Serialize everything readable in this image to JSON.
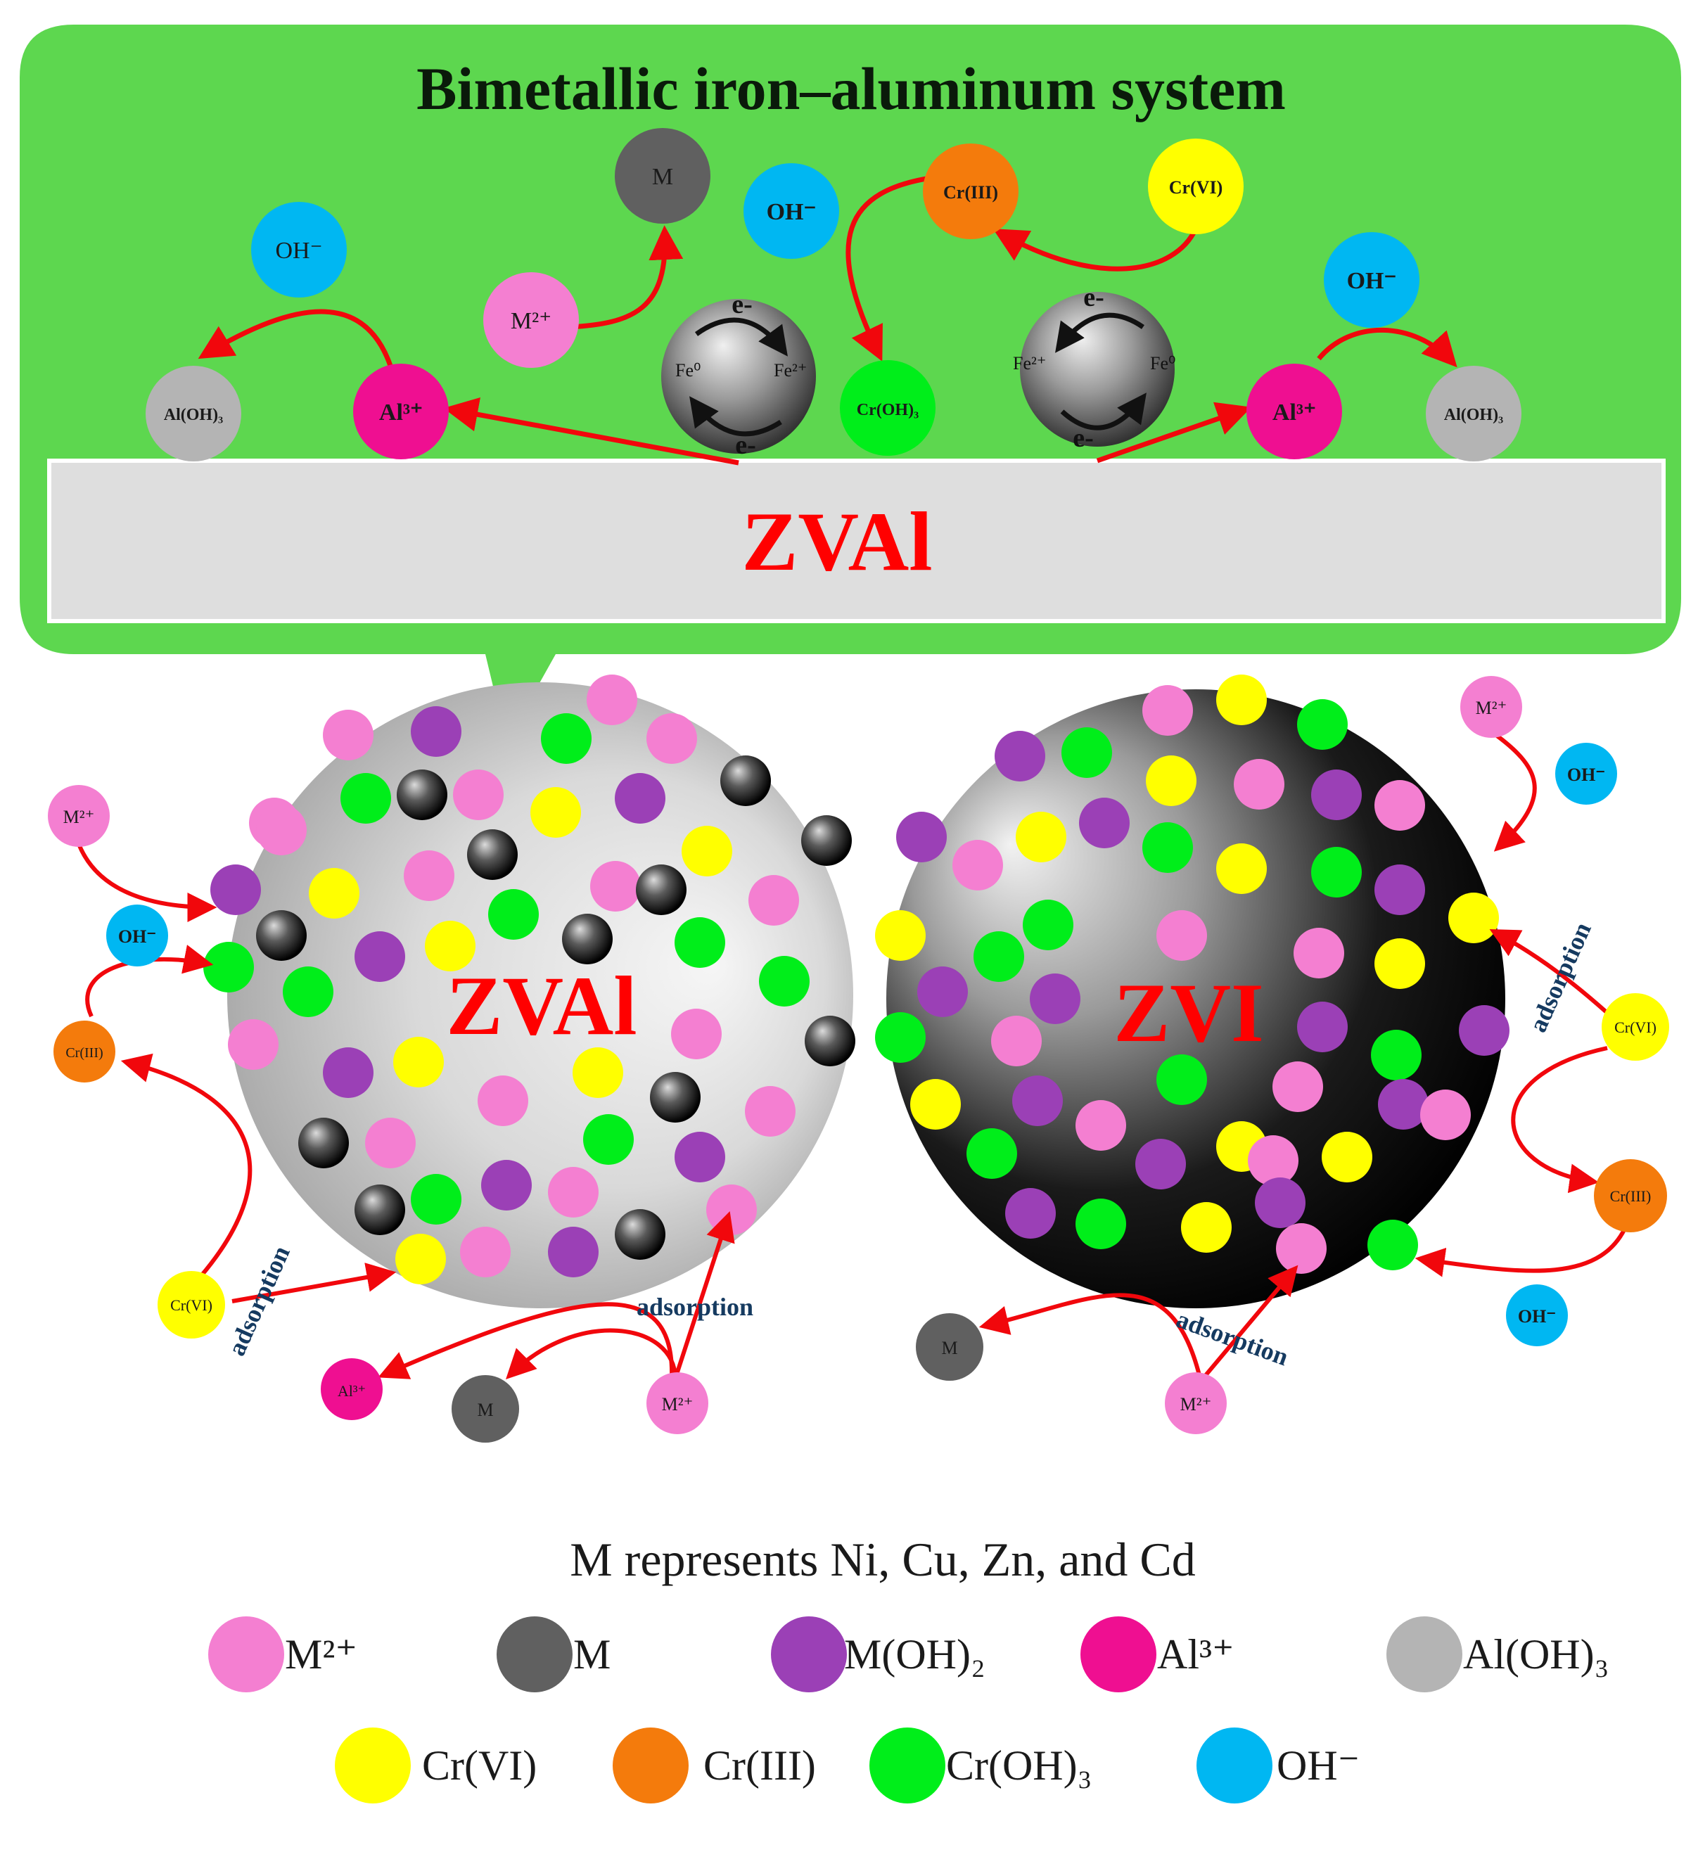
{
  "title": "Bimetallic iron–aluminum system",
  "base_label": "ZVAl",
  "big_circles": {
    "left": "ZVAl",
    "right": "ZVI"
  },
  "electron": "e-",
  "iron": {
    "fe0": "Fe⁰",
    "fe2": "Fe²⁺"
  },
  "species": {
    "M2": "M²⁺",
    "M": "M",
    "OH": "OH⁻",
    "CrIII": "Cr(III)",
    "CrVI": "Cr(VI)",
    "CrOH3": "Cr(OH)₃",
    "Al3": "Al³⁺",
    "AlOH3": "Al(OH)₃"
  },
  "adsorption": "adsorption",
  "legend_note": "M represents Ni, Cu, Zn, and Cd",
  "legend": [
    {
      "key": "M2",
      "label": "M²⁺",
      "color": "#f47fd1"
    },
    {
      "key": "M",
      "label": "M",
      "color": "#606060"
    },
    {
      "key": "MOH2",
      "label": "M(OH)₂",
      "color": "#9b40b6"
    },
    {
      "key": "Al3",
      "label": "Al³⁺",
      "color": "#ef0f91"
    },
    {
      "key": "AlOH3",
      "label": "Al(OH)₃",
      "color": "#b4b4b4"
    },
    {
      "key": "CrVI",
      "label": "Cr(VI)",
      "color": "#ffff00"
    },
    {
      "key": "CrIII",
      "label": "Cr(III)",
      "color": "#f47b0c"
    },
    {
      "key": "CrOH3",
      "label": "Cr(OH)₃",
      "color": "#00ee1a"
    },
    {
      "key": "OH",
      "label": "OH⁻",
      "color": "#00b7f2"
    }
  ],
  "colors": {
    "panel": "#5dd74f",
    "arrow": "#f1070c",
    "zval_text": "#ff0000",
    "adsorption_text": "#153a60"
  }
}
